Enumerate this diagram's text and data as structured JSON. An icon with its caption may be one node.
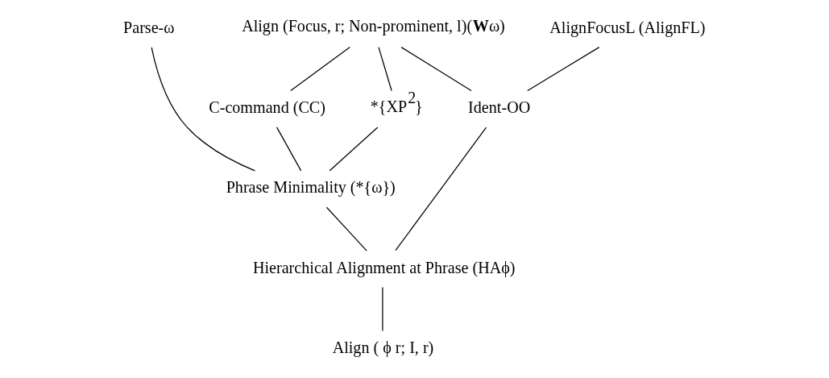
{
  "diagram": {
    "nodes": [
      {
        "text": [
          "Parse-ω"
        ]
      },
      {
        "text": [
          "Align (Focus, r; Non-prominent, l)(**W**ω)"
        ]
      },
      {
        "text": [
          "AlignFocusL (AlignFL)"
        ]
      },
      {
        "text": [
          "C-command (CC)"
        ]
      },
      {
        "text": [
          "*{XP$^{2}$}"
        ]
      },
      {
        "text": [
          "Ident-OO"
        ]
      },
      {
        "text": [
          "Phrase Minimality (*{ω})"
        ]
      },
      {
        "text": [
          "Hierarchical Alignment at Phrase (HAϕ)"
        ]
      },
      {
        "text": [
          "Align ( ϕ r; I, r)"
        ]
      }
    ],
    "edges": [
      {
        "from": 1,
        "to": 3,
        "arrow": "none"
      },
      {
        "from": 1,
        "to": 4,
        "arrow": "none"
      },
      {
        "from": 1,
        "to": 5,
        "arrow": "none"
      },
      {
        "from": 2,
        "to": 5,
        "arrow": "none"
      },
      {
        "from": 0,
        "to": 6,
        "arrow": "none"
      },
      {
        "from": 3,
        "to": 6,
        "arrow": "none"
      },
      {
        "from": 4,
        "to": 6,
        "arrow": "none"
      },
      {
        "from": 5,
        "to": 7,
        "arrow": "none"
      },
      {
        "from": 6,
        "to": 7,
        "arrow": "none"
      },
      {
        "from": 7,
        "to": 8,
        "arrow": "none"
      }
    ]
  }
}
